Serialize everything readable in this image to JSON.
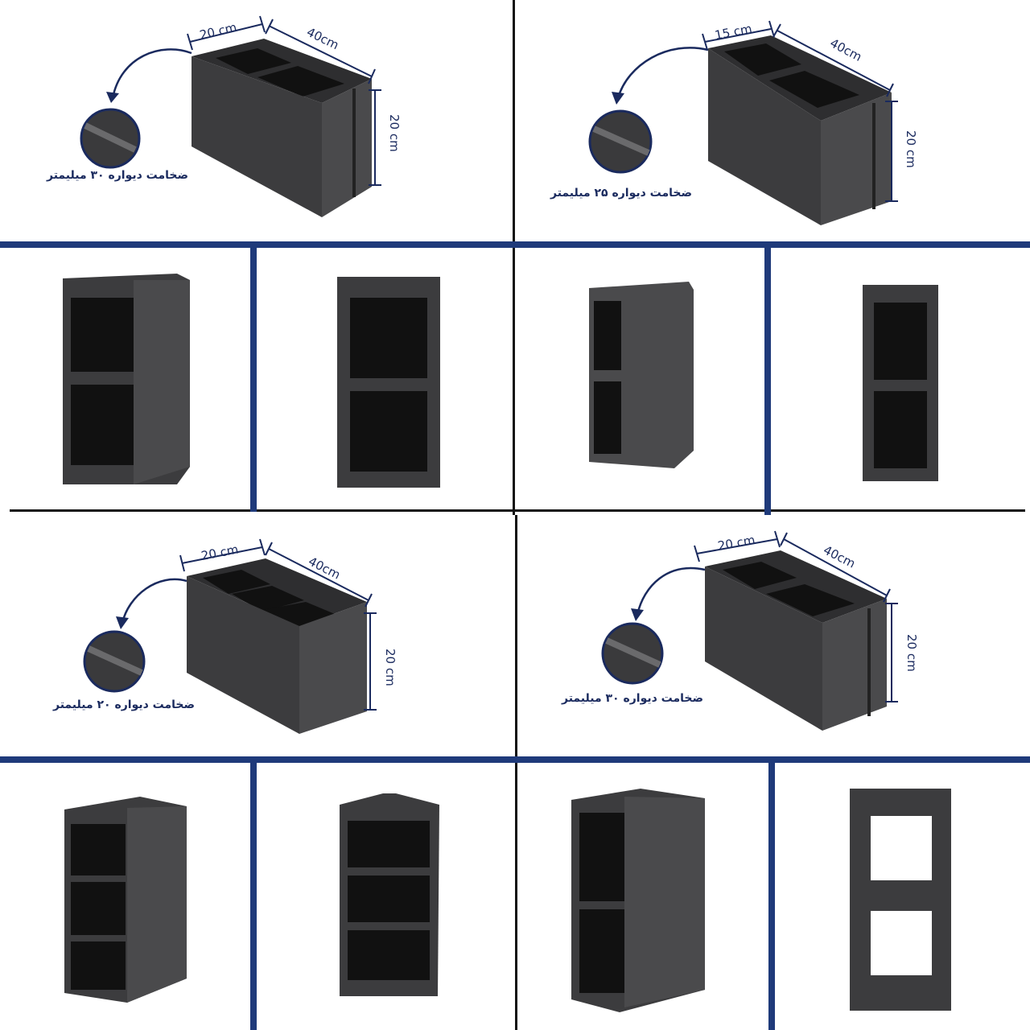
{
  "panels": [
    {
      "id": "top-left",
      "width_label": "20 cm",
      "length_label": "40cm",
      "height_label": "20 cm",
      "caption": "ضخامت دیواره ۳۰ میلیمتر",
      "cavities": 2
    },
    {
      "id": "top-right",
      "width_label": "15 cm",
      "length_label": "40cm",
      "height_label": "20 cm",
      "caption": "ضخامت دیواره ۲۵ میلیمتر",
      "cavities": 2
    },
    {
      "id": "bottom-left",
      "width_label": "20 cm",
      "length_label": "40cm",
      "height_label": "20 cm",
      "caption": "ضخامت دیواره ۲۰ میلیمتر",
      "cavities": 3
    },
    {
      "id": "bottom-right",
      "width_label": "20 cm",
      "length_label": "40cm",
      "height_label": "20 cm",
      "caption": "ضخامت دیواره ۳۰ میلیمتر",
      "cavities": 2
    }
  ],
  "colors": {
    "divider_blue": "#1f3a7a",
    "divider_black": "#111111",
    "block": "#3a3a3c",
    "block_dark": "#1c1c1e",
    "label": "#1a2a5e"
  }
}
